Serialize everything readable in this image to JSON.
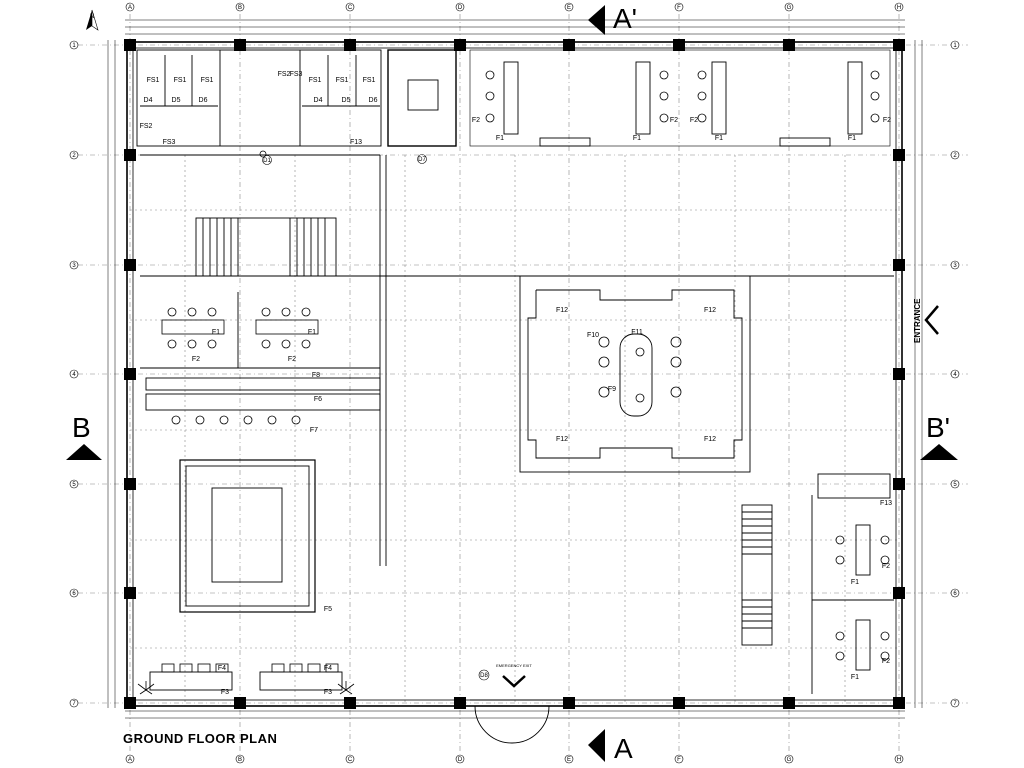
{
  "plan_title": "GROUND FLOOR PLAN",
  "north_label": "N",
  "column_grid": [
    "A",
    "B",
    "C",
    "D",
    "E",
    "F",
    "G",
    "H"
  ],
  "row_grid": [
    "1",
    "2",
    "3",
    "4",
    "5",
    "6",
    "7"
  ],
  "sections": {
    "a": "A",
    "a_prime": "A'",
    "b": "B",
    "b_prime": "B'"
  },
  "entrance_label": "ENTRANCE",
  "emergency_exit": "EMERGENCY EXIT",
  "door_tags": {
    "d1": "D1",
    "d7": "D7",
    "d8": "D8"
  },
  "restroom_tags": {
    "fs1": "FS1",
    "fs2": "FS2",
    "fs3": "FS3",
    "d4": "D4",
    "d5": "D5",
    "d6": "D6",
    "f13": "F13"
  },
  "furniture_tags": {
    "f1": "F1",
    "f2": "F2",
    "f3": "F3",
    "f4": "F4",
    "f5": "F5",
    "f6": "F6",
    "f7": "F7",
    "f8": "F8",
    "f9": "F9",
    "f10": "F10",
    "f11": "F11",
    "f12": "F12",
    "f13": "F13"
  },
  "colors": {
    "line": "#000000",
    "grid": "#555555",
    "column": "#000000"
  }
}
